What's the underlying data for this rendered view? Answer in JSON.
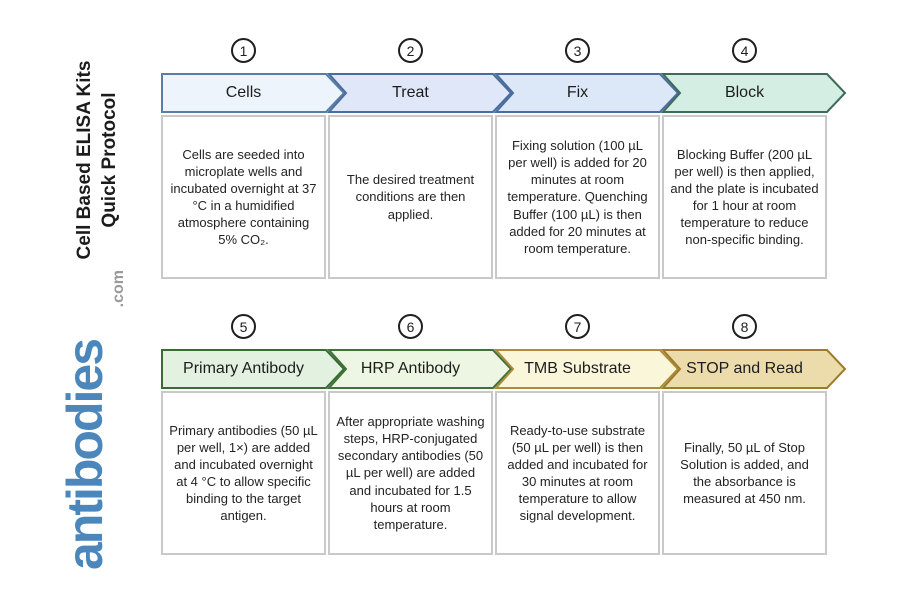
{
  "page": {
    "background": "#ffffff"
  },
  "sidebar": {
    "title_line1": "Cell Based ELISA Kits",
    "title_line2": "Quick Protocol",
    "logo_text": "antibodies",
    "logo_suffix": ".com",
    "logo_color": "#4c87bb",
    "logo_suffix_color": "#9a9a9a"
  },
  "steps": [
    {
      "number": "1",
      "label": "Cells",
      "fill": "#eef4fb",
      "stroke": "#5a7da6",
      "description": "Cells are seeded into microplate wells and incubated overnight at 37 °C in a humidified atmosphere containing 5% CO₂."
    },
    {
      "number": "2",
      "label": "Treat",
      "fill": "#dfe7f8",
      "stroke": "#4a6d9e",
      "description": "The desired treatment conditions are then applied."
    },
    {
      "number": "3",
      "label": "Fix",
      "fill": "#dce8f8",
      "stroke": "#4a6d9e",
      "description": "Fixing solution (100 µL per well) is added for 20 minutes at room temperature. Quenching Buffer (100 µL) is then added for 20 minutes at room temperature."
    },
    {
      "number": "4",
      "label": "Block",
      "fill": "#d5eee3",
      "stroke": "#3f695a",
      "description": "Blocking Buffer (200 µL per well) is then applied, and the plate is incubated for 1 hour at room temperature to reduce non-specific binding."
    },
    {
      "number": "5",
      "label": "Primary Antibody",
      "fill": "#e2f1e0",
      "stroke": "#3a6b35",
      "description": "Primary antibodies (50 µL per well, 1×) are added and incubated overnight at 4 °C to allow specific binding to the target antigen."
    },
    {
      "number": "6",
      "label": "HRP Antibody",
      "fill": "#edf5e3",
      "stroke": "#41703a",
      "description": "After appropriate washing steps, HRP-conjugated secondary antibodies (50 µL per well) are added and incubated for 1.5 hours at room temperature."
    },
    {
      "number": "7",
      "label": "TMB Substrate",
      "fill": "#faf6da",
      "stroke": "#ad8c3a",
      "description": "Ready-to-use substrate (50 µL per well) is then added and incubated for 30 minutes at room temperature to allow signal development."
    },
    {
      "number": "8",
      "label": "STOP and Read",
      "fill": "#ecdcab",
      "stroke": "#9c7b2a",
      "description": "Finally, 50 µL of Stop Solution is added, and the absorbance is measured at 450 nm."
    }
  ]
}
